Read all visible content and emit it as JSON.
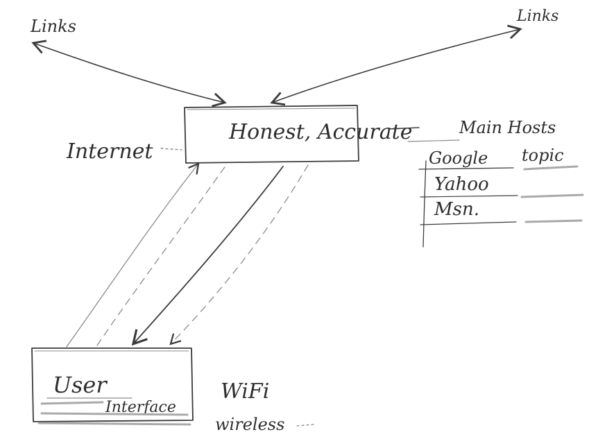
{
  "diagram": {
    "server_box": {
      "label": "Honest, Accurate"
    },
    "network_label": "Internet",
    "links_labels": [
      "Links",
      "Links"
    ],
    "hosts_table": {
      "title": "Main Hosts",
      "header_left": "Google",
      "header_right": "topic",
      "rows": [
        "Yahoo",
        "Msn."
      ]
    },
    "client_box": {
      "label_line1": "User",
      "label_line2": "Interface"
    },
    "connection_labels": [
      "WiFi",
      "wireless"
    ]
  }
}
